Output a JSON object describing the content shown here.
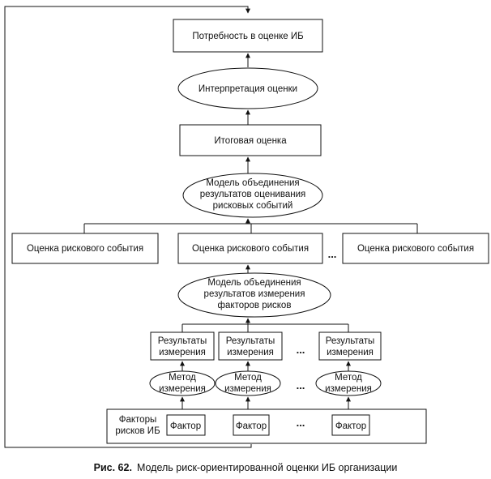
{
  "nodes": {
    "need": "Потребность в оценке ИБ",
    "interpretation": "Интерпретация оценки",
    "final": "Итоговая оценка",
    "aggregation_events": [
      "Модель объединения",
      "результатов оценивания",
      "рисковых событий"
    ],
    "event_1": "Оценка рискового события",
    "event_2": "Оценка рискового события",
    "event_3": "Оценка рискового события",
    "aggregation_factors": [
      "Модель объединения",
      "результатов измерения",
      "факторов рисков"
    ],
    "result_1": [
      "Результаты",
      "измерения"
    ],
    "result_2": [
      "Результаты",
      "измерения"
    ],
    "result_3": [
      "Результаты",
      "измерения"
    ],
    "method_1": [
      "Метод",
      "измерения"
    ],
    "method_2": [
      "Метод",
      "измерения"
    ],
    "method_3": [
      "Метод",
      "измерения"
    ],
    "factors_label": [
      "Факторы",
      "рисков ИБ"
    ],
    "factor_1": "Фактор",
    "factor_2": "Фактор",
    "factor_3": "Фактор",
    "ellipsis": "..."
  },
  "caption": {
    "label": "Рис. 62.",
    "text": "Модель риск-ориентированной оценки ИБ организации"
  }
}
